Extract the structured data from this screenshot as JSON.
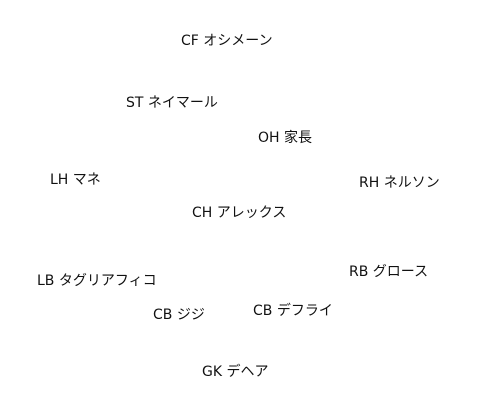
{
  "players": {
    "cf": {
      "position": "CF",
      "name": "オシメーン"
    },
    "st": {
      "position": "ST",
      "name": "ネイマール"
    },
    "oh": {
      "position": "OH",
      "name": "家長"
    },
    "lh": {
      "position": "LH",
      "name": "マネ"
    },
    "rh": {
      "position": "RH",
      "name": "ネルソン"
    },
    "ch": {
      "position": "CH",
      "name": "アレックス"
    },
    "rb": {
      "position": "RB",
      "name": "グロース"
    },
    "lb": {
      "position": "LB",
      "name": "タグリアフィコ"
    },
    "cbr": {
      "position": "CB",
      "name": "デフライ"
    },
    "cbl": {
      "position": "CB",
      "name": "ジジ"
    },
    "gk": {
      "position": "GK",
      "name": "デヘア"
    }
  }
}
